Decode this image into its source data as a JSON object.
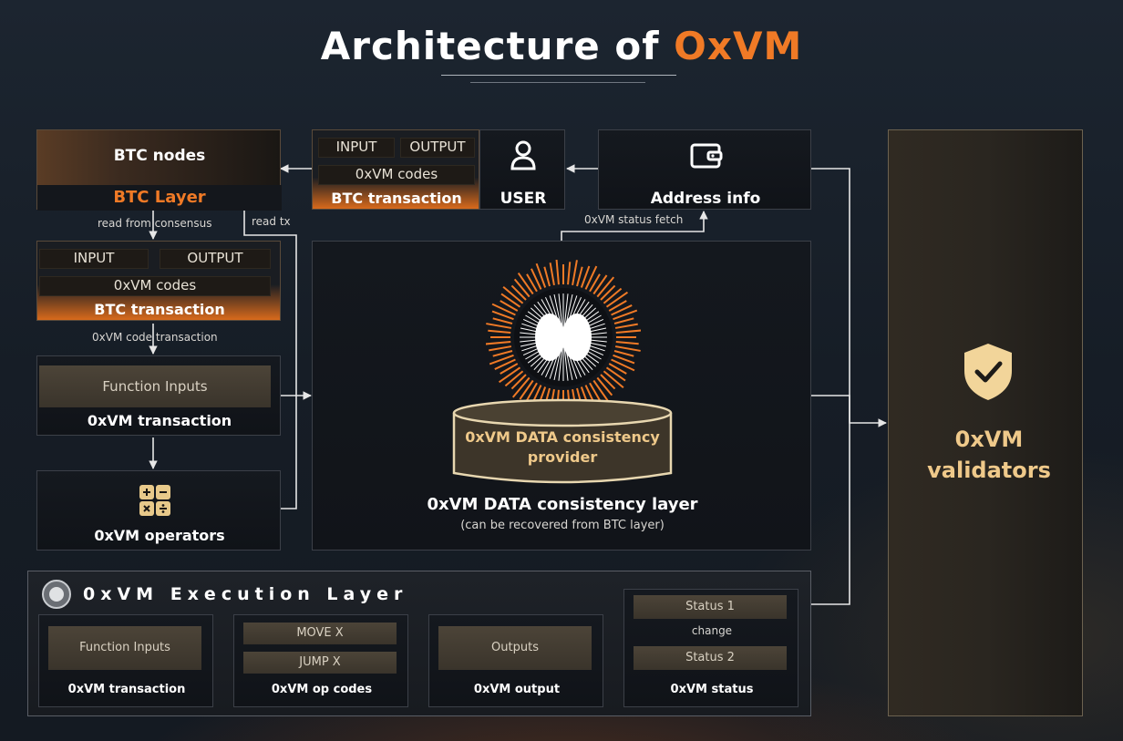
{
  "title": {
    "main": "Architecture of",
    "accent": "OxVM"
  },
  "btc_nodes": {
    "title": "BTC nodes",
    "layer": "BTC Layer"
  },
  "top_tx": {
    "input": "INPUT",
    "output": "OUTPUT",
    "codes": "0xVM codes",
    "title": "BTC transaction"
  },
  "user": {
    "label": "USER",
    "icon": "user-icon"
  },
  "address": {
    "label": "Address info",
    "icon": "wallet-icon"
  },
  "edge_labels": {
    "read_from_consensus": "read from consensus",
    "read_tx": "read tx",
    "code_transaction": "0xVM code transaction",
    "status_fetch": "0xVM status fetch",
    "change": "change"
  },
  "left_tx": {
    "input": "INPUT",
    "output": "OUTPUT",
    "codes": "0xVM codes",
    "title": "BTC transaction"
  },
  "left_oxvm_tx": {
    "cell": "Function Inputs",
    "title": "0xVM transaction"
  },
  "operators": {
    "title": "0xVM operators",
    "icon": "calculator-icon"
  },
  "data_layer": {
    "provider": "0xVM DATA consistency provider",
    "title": "0xVM DATA consistency layer",
    "subtitle": "(can be recovered from BTC layer)"
  },
  "validators": {
    "title": "0xVM validators",
    "icon": "shield-check-icon"
  },
  "execution": {
    "title": "0xVM Execution Layer",
    "tx": {
      "cell": "Function Inputs",
      "title": "0xVM transaction"
    },
    "opcodes": {
      "op1": "MOVE X",
      "op2": "JUMP X",
      "title": "0xVM op codes"
    },
    "output": {
      "cell": "Outputs",
      "title": "0xVM output"
    },
    "status": {
      "s1": "Status 1",
      "s2": "Status 2",
      "title": "0xVM status"
    }
  },
  "colors": {
    "accent": "#f07a26",
    "gold": "#e8c98a",
    "panel": "#15191f"
  }
}
